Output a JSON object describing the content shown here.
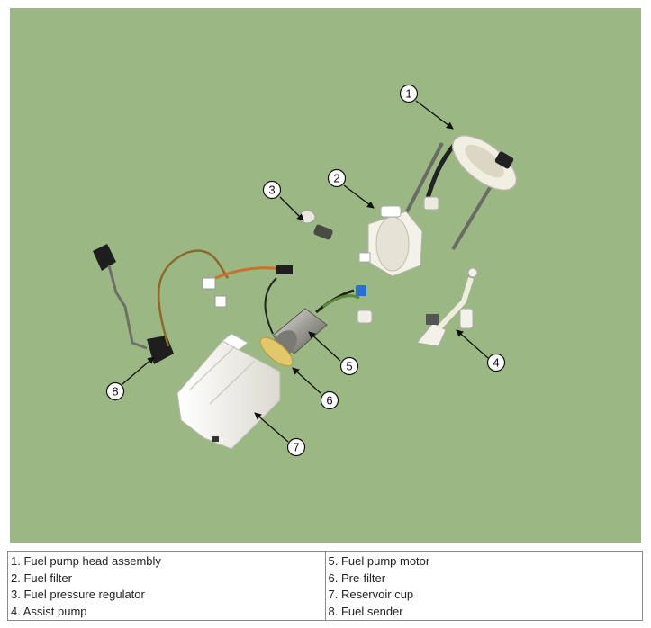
{
  "callouts": [
    "1",
    "2",
    "3",
    "4",
    "5",
    "6",
    "7",
    "8"
  ],
  "legend": {
    "left": [
      "1. Fuel pump head assembly",
      "2. Fuel filter",
      "3. Fuel pressure regulator",
      "4. Assist pump"
    ],
    "right": [
      "5. Fuel pump motor",
      "6. Pre-filter",
      "7. Reservoir cup",
      "8. Fuel sender"
    ]
  },
  "colors": {
    "background": "#9bb884",
    "plastic": "#f4f2ea",
    "wire_orange": "#c8722a",
    "wire_black": "#1e1e1e"
  }
}
